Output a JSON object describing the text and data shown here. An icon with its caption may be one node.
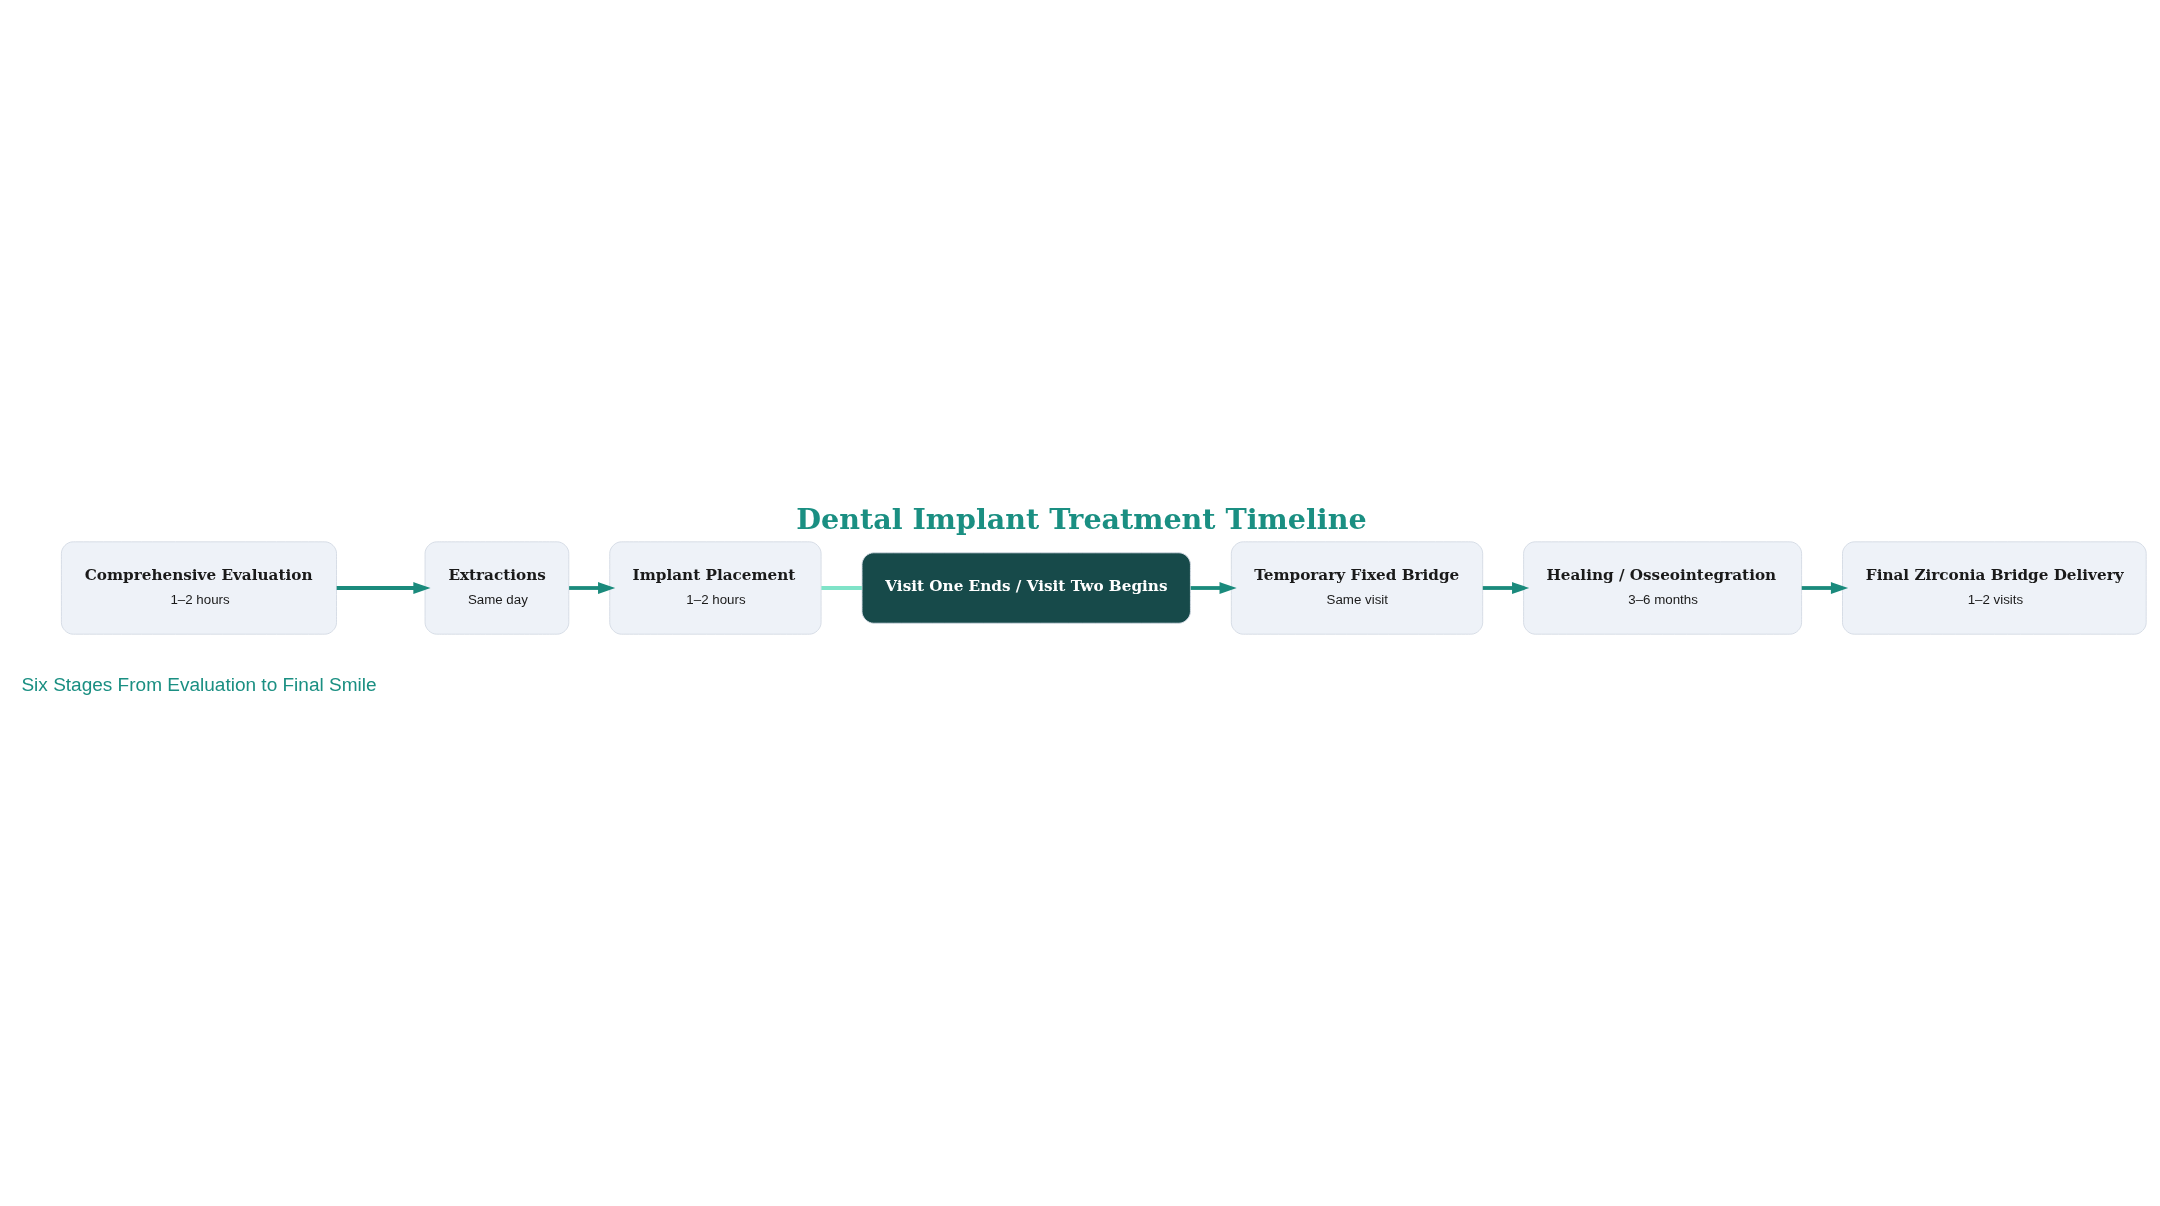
{
  "diagram": {
    "title": "Dental Implant Treatment Timeline",
    "nodes": [
      {
        "text": [
          "Comprehensive Evaluation",
          "1–2 hours"
        ]
      },
      {
        "text": [
          "Extractions",
          "Same day"
        ]
      },
      {
        "text": [
          "Implant Placement",
          "1–2 hours"
        ]
      },
      {
        "text": [
          "Visit One Ends / Visit Two Begins"
        ]
      },
      {
        "text": [
          "Temporary Fixed Bridge",
          "Same visit"
        ]
      },
      {
        "text": [
          "Healing / Osseointegration",
          "3–6 months"
        ]
      },
      {
        "text": [
          "Final Zirconia Bridge Delivery",
          "1–2 visits"
        ]
      }
    ],
    "edges": [
      {
        "from": 0,
        "to": 1,
        "arrow": "to"
      },
      {
        "from": 1,
        "to": 2,
        "arrow": "to"
      },
      {
        "from": 2,
        "to": 3,
        "arrow": "none",
        "color": "#7fe3c8"
      },
      {
        "from": 3,
        "to": 4,
        "arrow": "to"
      },
      {
        "from": 4,
        "to": 5,
        "arrow": "to"
      },
      {
        "from": 5,
        "to": 6,
        "arrow": "to"
      }
    ],
    "labels": [
      "Six Stages From Evaluation to Final Smile"
    ]
  }
}
